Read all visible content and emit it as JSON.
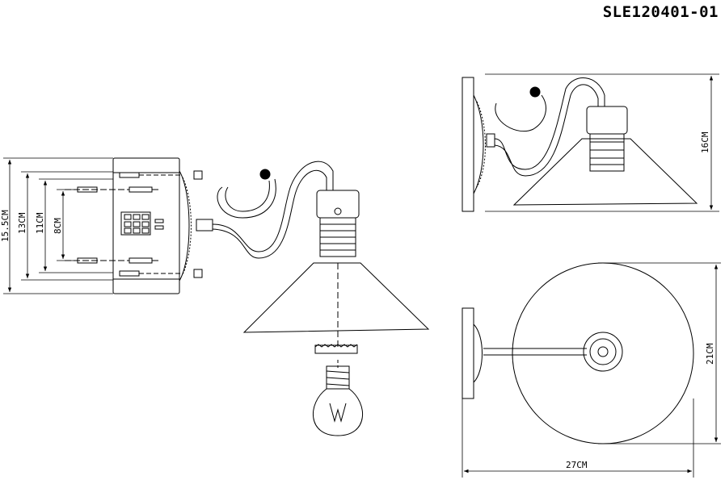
{
  "model_code": "SLE120401-01",
  "dimensions": {
    "backplate_height": "15.5CM",
    "screw_spacing_outer": "13CM",
    "screw_spacing_mid": "11CM",
    "screw_spacing_inner": "8CM",
    "lamp_height": "16CM",
    "shade_diameter": "21CM",
    "lamp_depth": "27CM"
  },
  "colors": {
    "line": "#000000",
    "background": "#ffffff"
  }
}
